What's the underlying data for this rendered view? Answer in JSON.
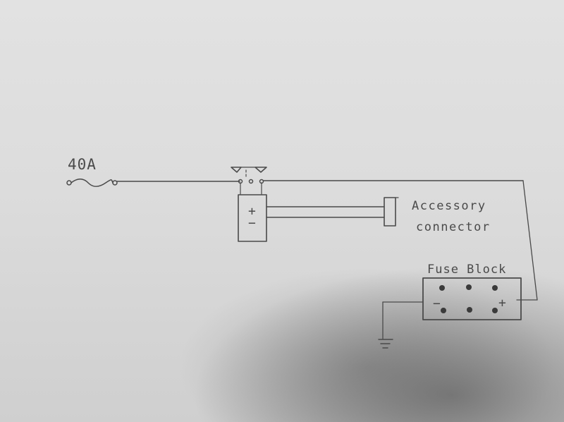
{
  "labels": {
    "fuse_rating": "40A",
    "accessory_line1": "Accessory",
    "accessory_line2": "connector",
    "fuse_block": "Fuse Block",
    "plus": "+",
    "minus": "−"
  },
  "colors": {
    "ink": "#4a4a4a",
    "paper": "#dcdcdc"
  }
}
